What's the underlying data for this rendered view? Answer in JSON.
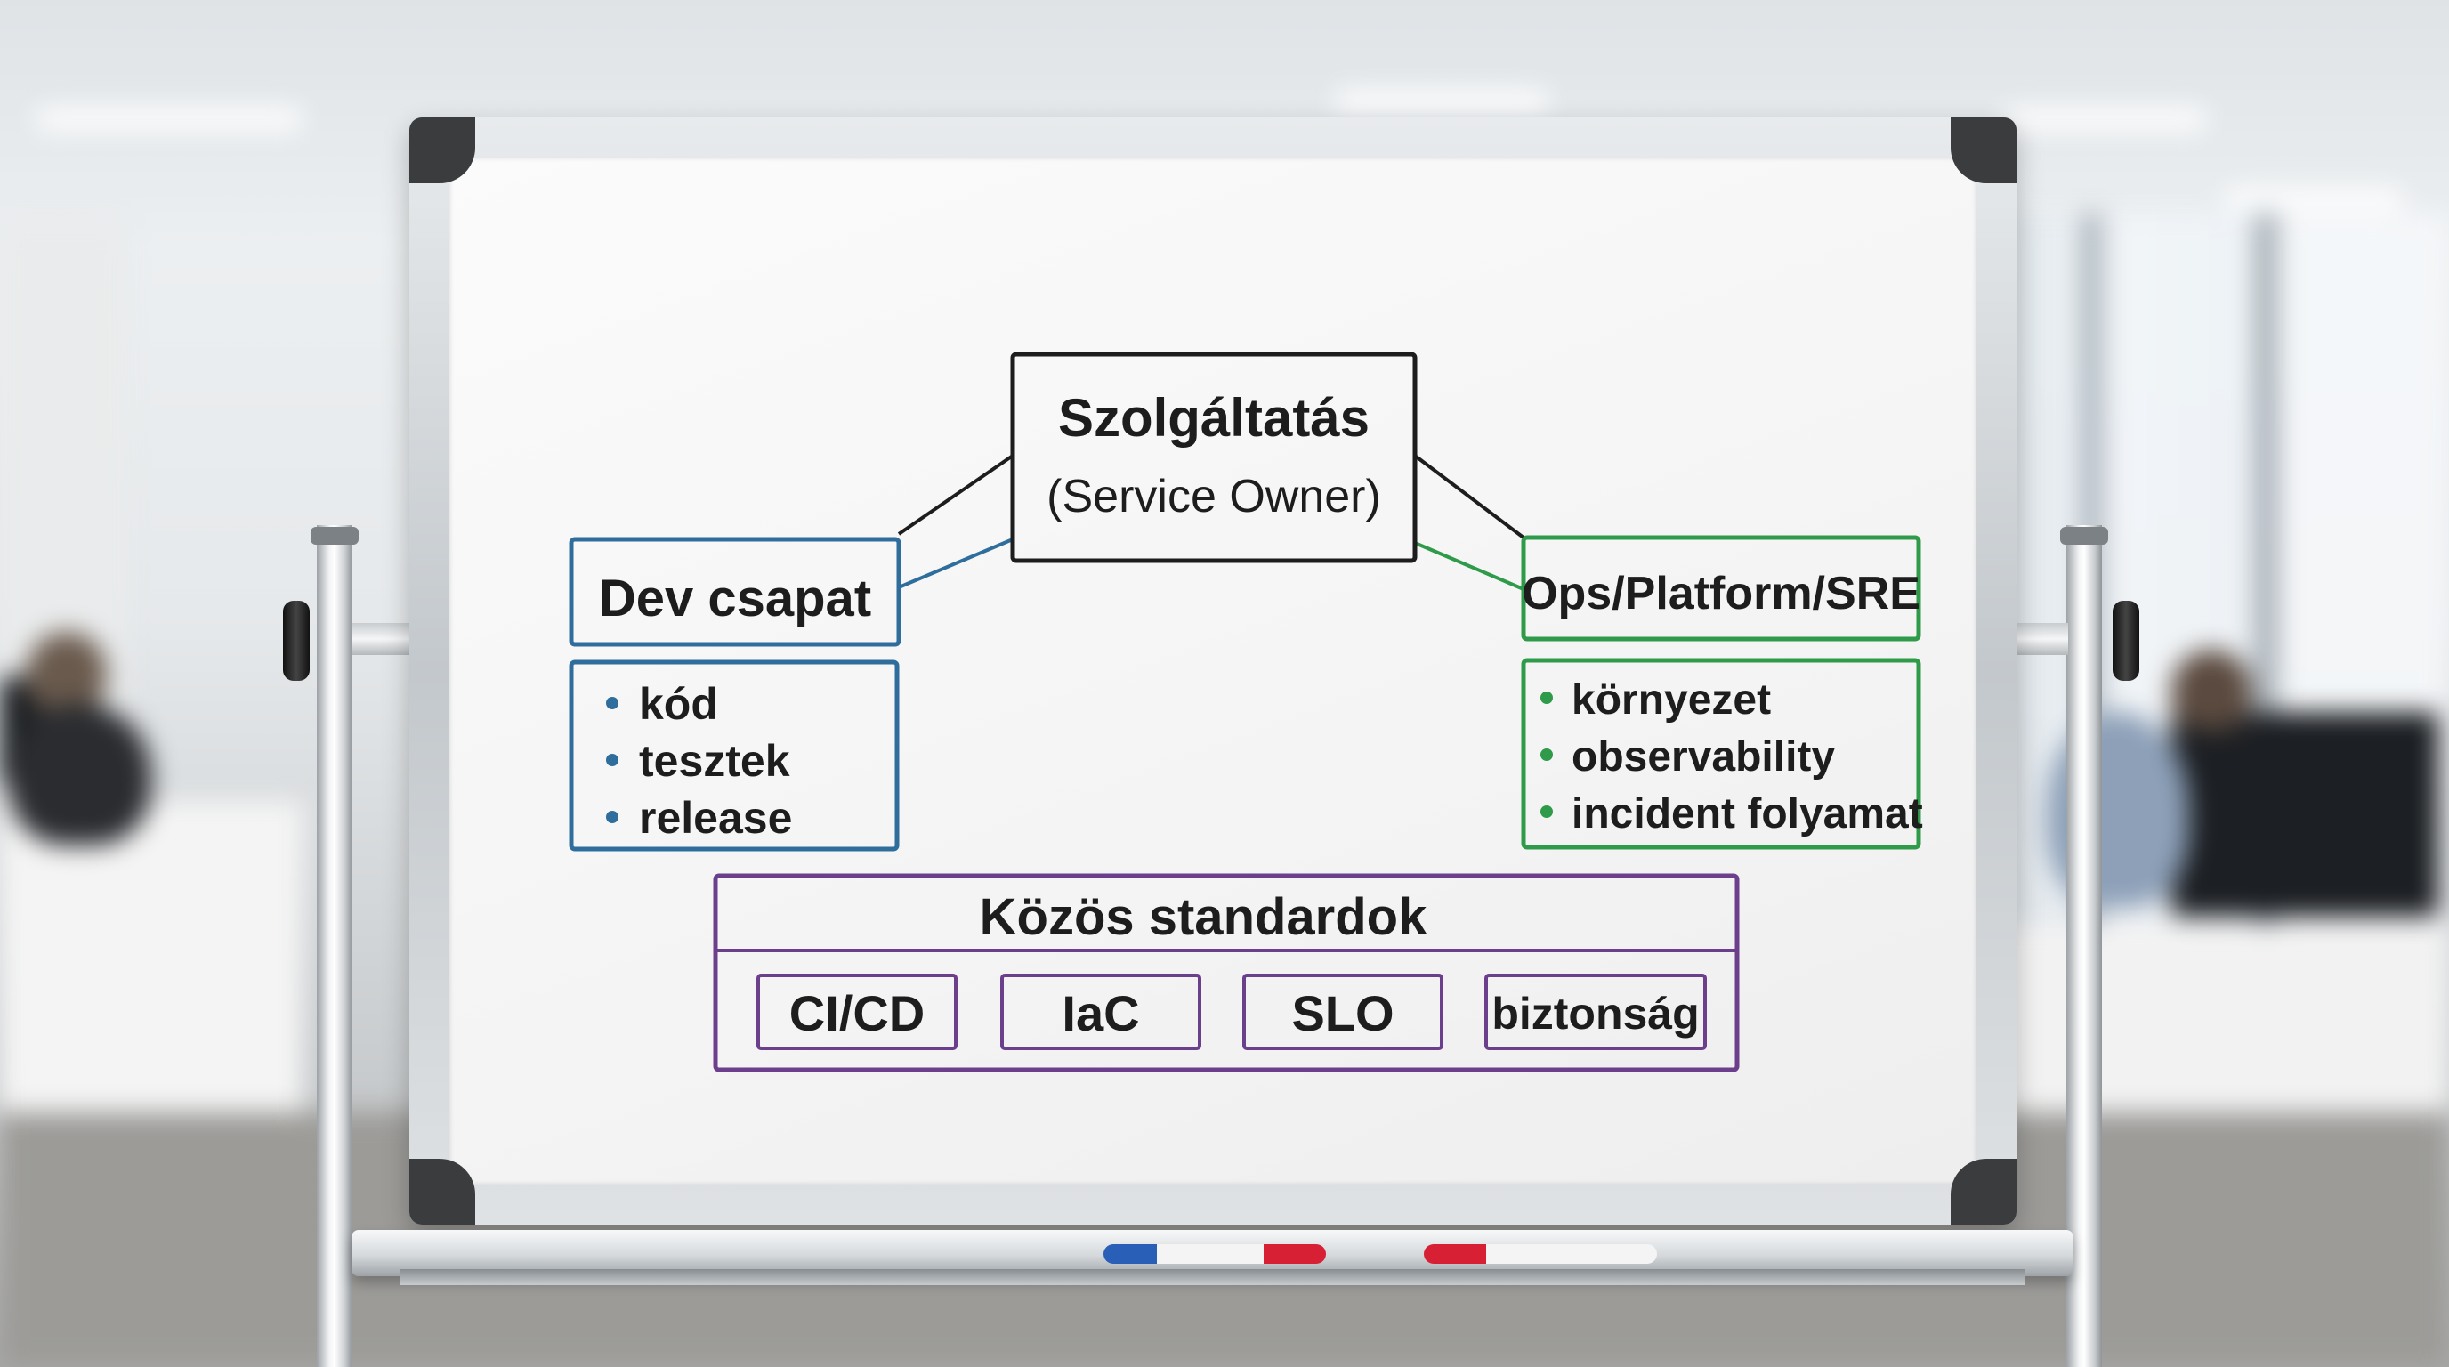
{
  "diagram": {
    "center": {
      "title": "Szolgáltatás",
      "subtitle": "(Service Owner)"
    },
    "dev": {
      "title": "Dev csapat",
      "items": [
        "kód",
        "tesztek",
        "release"
      ]
    },
    "ops": {
      "title": "Ops/Platform/SRE",
      "items": [
        "környezet",
        "observability",
        "incident folyamat"
      ]
    },
    "shared": {
      "title": "Közös standardok",
      "items": [
        "CI/CD",
        "IaC",
        "SLO",
        "biztonság"
      ]
    }
  },
  "colors": {
    "ink": "#1d1d1d",
    "dev_blue": "#2f6e9c",
    "ops_green": "#2f9a4a",
    "shared_purple": "#6b3f8c",
    "marker_blue": "#2a5fb8",
    "marker_red": "#d82035"
  }
}
